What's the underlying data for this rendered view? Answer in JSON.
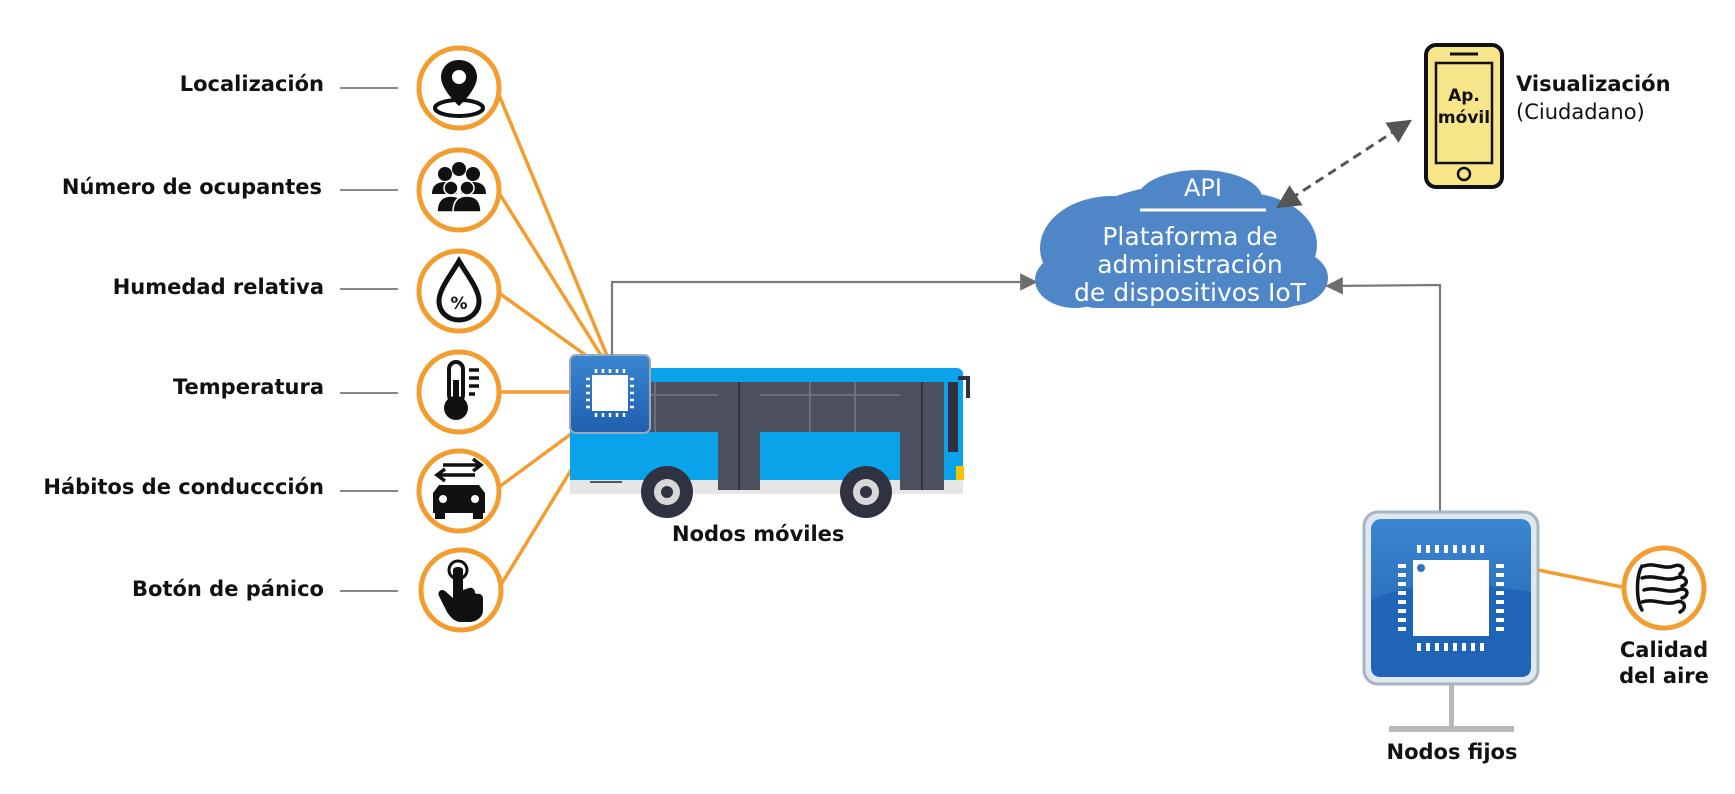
{
  "sensors": [
    {
      "label": "Localización",
      "icon": "location-pin-icon"
    },
    {
      "label": "Número de ocupantes",
      "icon": "people-group-icon"
    },
    {
      "label": "Humedad relativa",
      "icon": "humidity-drop-icon"
    },
    {
      "label": "Temperatura",
      "icon": "thermometer-icon"
    },
    {
      "label": "Hábitos de conduccción",
      "icon": "car-driving-icon"
    },
    {
      "label": "Botón de pánico",
      "icon": "panic-button-hand-icon"
    }
  ],
  "mobile_nodes": {
    "label": "Nodos móviles",
    "icon": "bus-icon"
  },
  "cloud": {
    "api_label": "API",
    "platform_lines": [
      "Plataforma de",
      "administración",
      "de dispositivos IoT"
    ],
    "color": "#4e86c8"
  },
  "phone": {
    "screen_lines": [
      "Ap.",
      "móvil"
    ],
    "title": "Visualización",
    "subtitle": "(Ciudadano)",
    "color": "#f7e58a"
  },
  "fixed_nodes": {
    "label": "Nodos fijos",
    "icon": "microchip-icon"
  },
  "air_quality": {
    "label_lines": [
      "Calidad",
      "del aire"
    ],
    "icon": "air-flow-icon"
  },
  "colors": {
    "accent_orange": "#f39c2f",
    "chip_blue": "#2f74c0",
    "bus_blue": "#0aa3ea",
    "arrow_gray": "#7a7a7a"
  }
}
